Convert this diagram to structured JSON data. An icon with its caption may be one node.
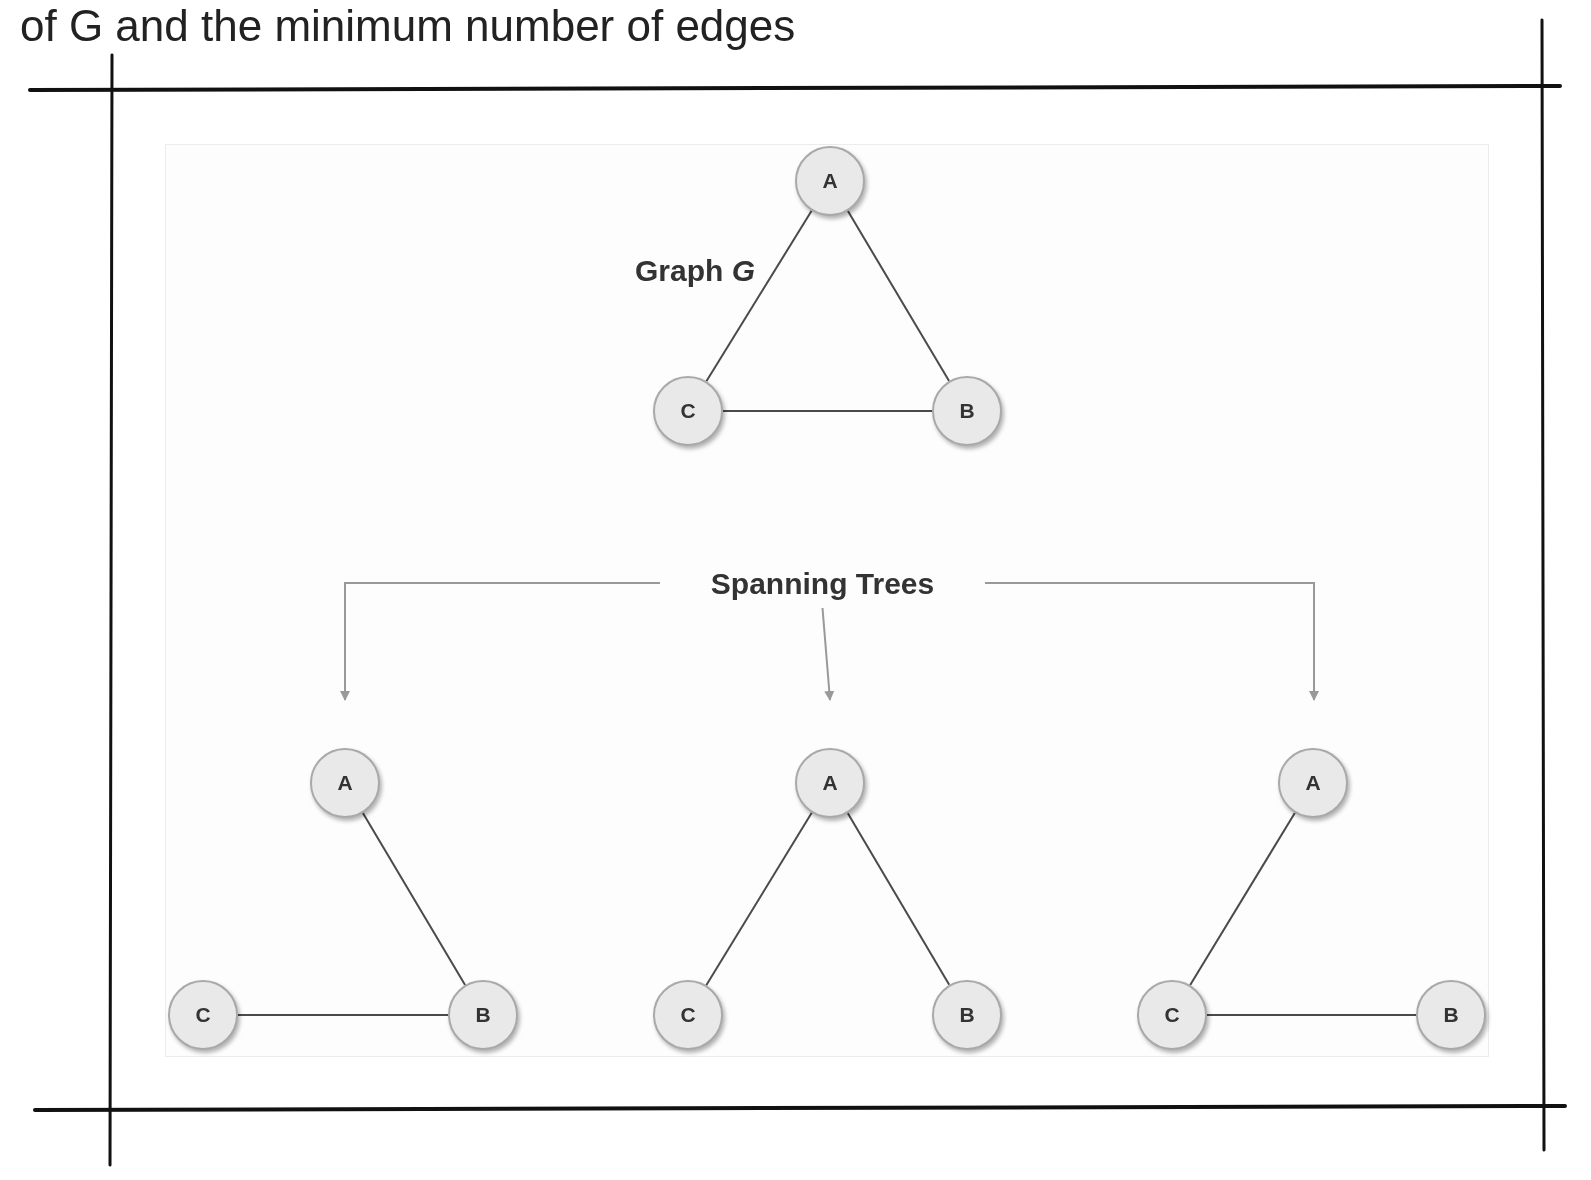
{
  "diagram": {
    "nodes": [
      {
        "text": [
          "A"
        ]
      },
      {
        "text": [
          "C"
        ]
      },
      {
        "text": [
          "B"
        ]
      },
      {
        "text": [
          "Spanning Trees"
        ]
      },
      {
        "text": [
          "A"
        ]
      },
      {
        "text": [
          "C"
        ]
      },
      {
        "text": [
          "B"
        ]
      },
      {
        "text": [
          "A"
        ]
      },
      {
        "text": [
          "C"
        ]
      },
      {
        "text": [
          "B"
        ]
      },
      {
        "text": [
          "A"
        ]
      },
      {
        "text": [
          "C"
        ]
      },
      {
        "text": [
          "B"
        ]
      }
    ],
    "edges": [
      {
        "from": 0,
        "to": 2,
        "arrow": "none"
      },
      {
        "from": 0,
        "to": 1,
        "arrow": "none"
      },
      {
        "from": 1,
        "to": 2,
        "arrow": "none"
      },
      {
        "from": 3,
        "to": null,
        "arrow": "to",
        "color": "#999999"
      },
      {
        "from": 3,
        "to": null,
        "arrow": "to",
        "color": "#999999"
      },
      {
        "from": 3,
        "to": null,
        "arrow": "to",
        "color": "#999999"
      },
      {
        "from": 4,
        "to": 6,
        "arrow": "none"
      },
      {
        "from": 5,
        "to": 6,
        "arrow": "none"
      },
      {
        "from": 7,
        "to": 8,
        "arrow": "none"
      },
      {
        "from": 7,
        "to": 9,
        "arrow": "none"
      },
      {
        "from": 10,
        "to": 11,
        "arrow": "none"
      },
      {
        "from": 11,
        "to": 12,
        "arrow": "none"
      }
    ],
    "labels": [
      "of G and the minimum number of edges",
      "Graph *G*"
    ]
  }
}
